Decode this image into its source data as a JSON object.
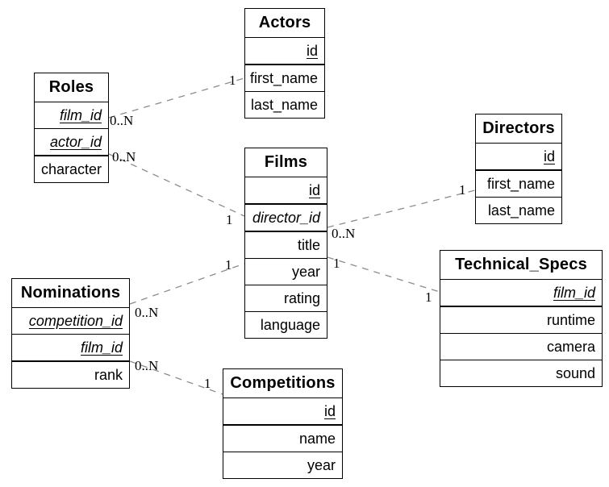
{
  "diagram": {
    "colors": {
      "background": "#ffffff",
      "table_border": "#000000",
      "text": "#000000",
      "relationship_line": "#8c8c8c"
    },
    "tables": [
      {
        "name": "Actors",
        "rows": [
          {
            "label": "id",
            "key": "primary"
          },
          {
            "label": "first_name",
            "key": ""
          },
          {
            "label": "last_name",
            "key": ""
          }
        ]
      },
      {
        "name": "Roles",
        "rows": [
          {
            "label": "film_id",
            "key": "primary-foreign"
          },
          {
            "label": "actor_id",
            "key": "primary-foreign"
          },
          {
            "label": "character",
            "key": ""
          }
        ]
      },
      {
        "name": "Films",
        "rows": [
          {
            "label": "id",
            "key": "primary"
          },
          {
            "label": "director_id",
            "key": "foreign"
          },
          {
            "label": "title",
            "key": ""
          },
          {
            "label": "year",
            "key": ""
          },
          {
            "label": "rating",
            "key": ""
          },
          {
            "label": "language",
            "key": ""
          }
        ]
      },
      {
        "name": "Directors",
        "rows": [
          {
            "label": "id",
            "key": "primary"
          },
          {
            "label": "first_name",
            "key": ""
          },
          {
            "label": "last_name",
            "key": ""
          }
        ]
      },
      {
        "name": "Nominations",
        "rows": [
          {
            "label": "competition_id",
            "key": "primary-foreign"
          },
          {
            "label": "film_id",
            "key": "primary-foreign"
          },
          {
            "label": "rank",
            "key": ""
          }
        ]
      },
      {
        "name": "Technical_Specs",
        "rows": [
          {
            "label": "film_id",
            "key": "primary-foreign"
          },
          {
            "label": "runtime",
            "key": ""
          },
          {
            "label": "camera",
            "key": ""
          },
          {
            "label": "sound",
            "key": ""
          }
        ]
      },
      {
        "name": "Competitions",
        "rows": [
          {
            "label": "id",
            "key": "primary"
          },
          {
            "label": "name",
            "key": ""
          },
          {
            "label": "year",
            "key": ""
          }
        ]
      }
    ],
    "relationships": [
      {
        "from": "Roles",
        "to": "Actors",
        "from_cardinality": "0..N",
        "to_cardinality": "1"
      },
      {
        "from": "Roles",
        "to": "Films",
        "from_cardinality": "0..N",
        "to_cardinality": "1"
      },
      {
        "from": "Films",
        "to": "Directors",
        "from_cardinality": "0..N",
        "to_cardinality": "1"
      },
      {
        "from": "Films",
        "to": "Technical_Specs",
        "from_cardinality": "1",
        "to_cardinality": "1"
      },
      {
        "from": "Nominations",
        "to": "Films",
        "from_cardinality": "0..N",
        "to_cardinality": "1"
      },
      {
        "from": "Nominations",
        "to": "Competitions",
        "from_cardinality": "0..N",
        "to_cardinality": "1"
      }
    ]
  }
}
